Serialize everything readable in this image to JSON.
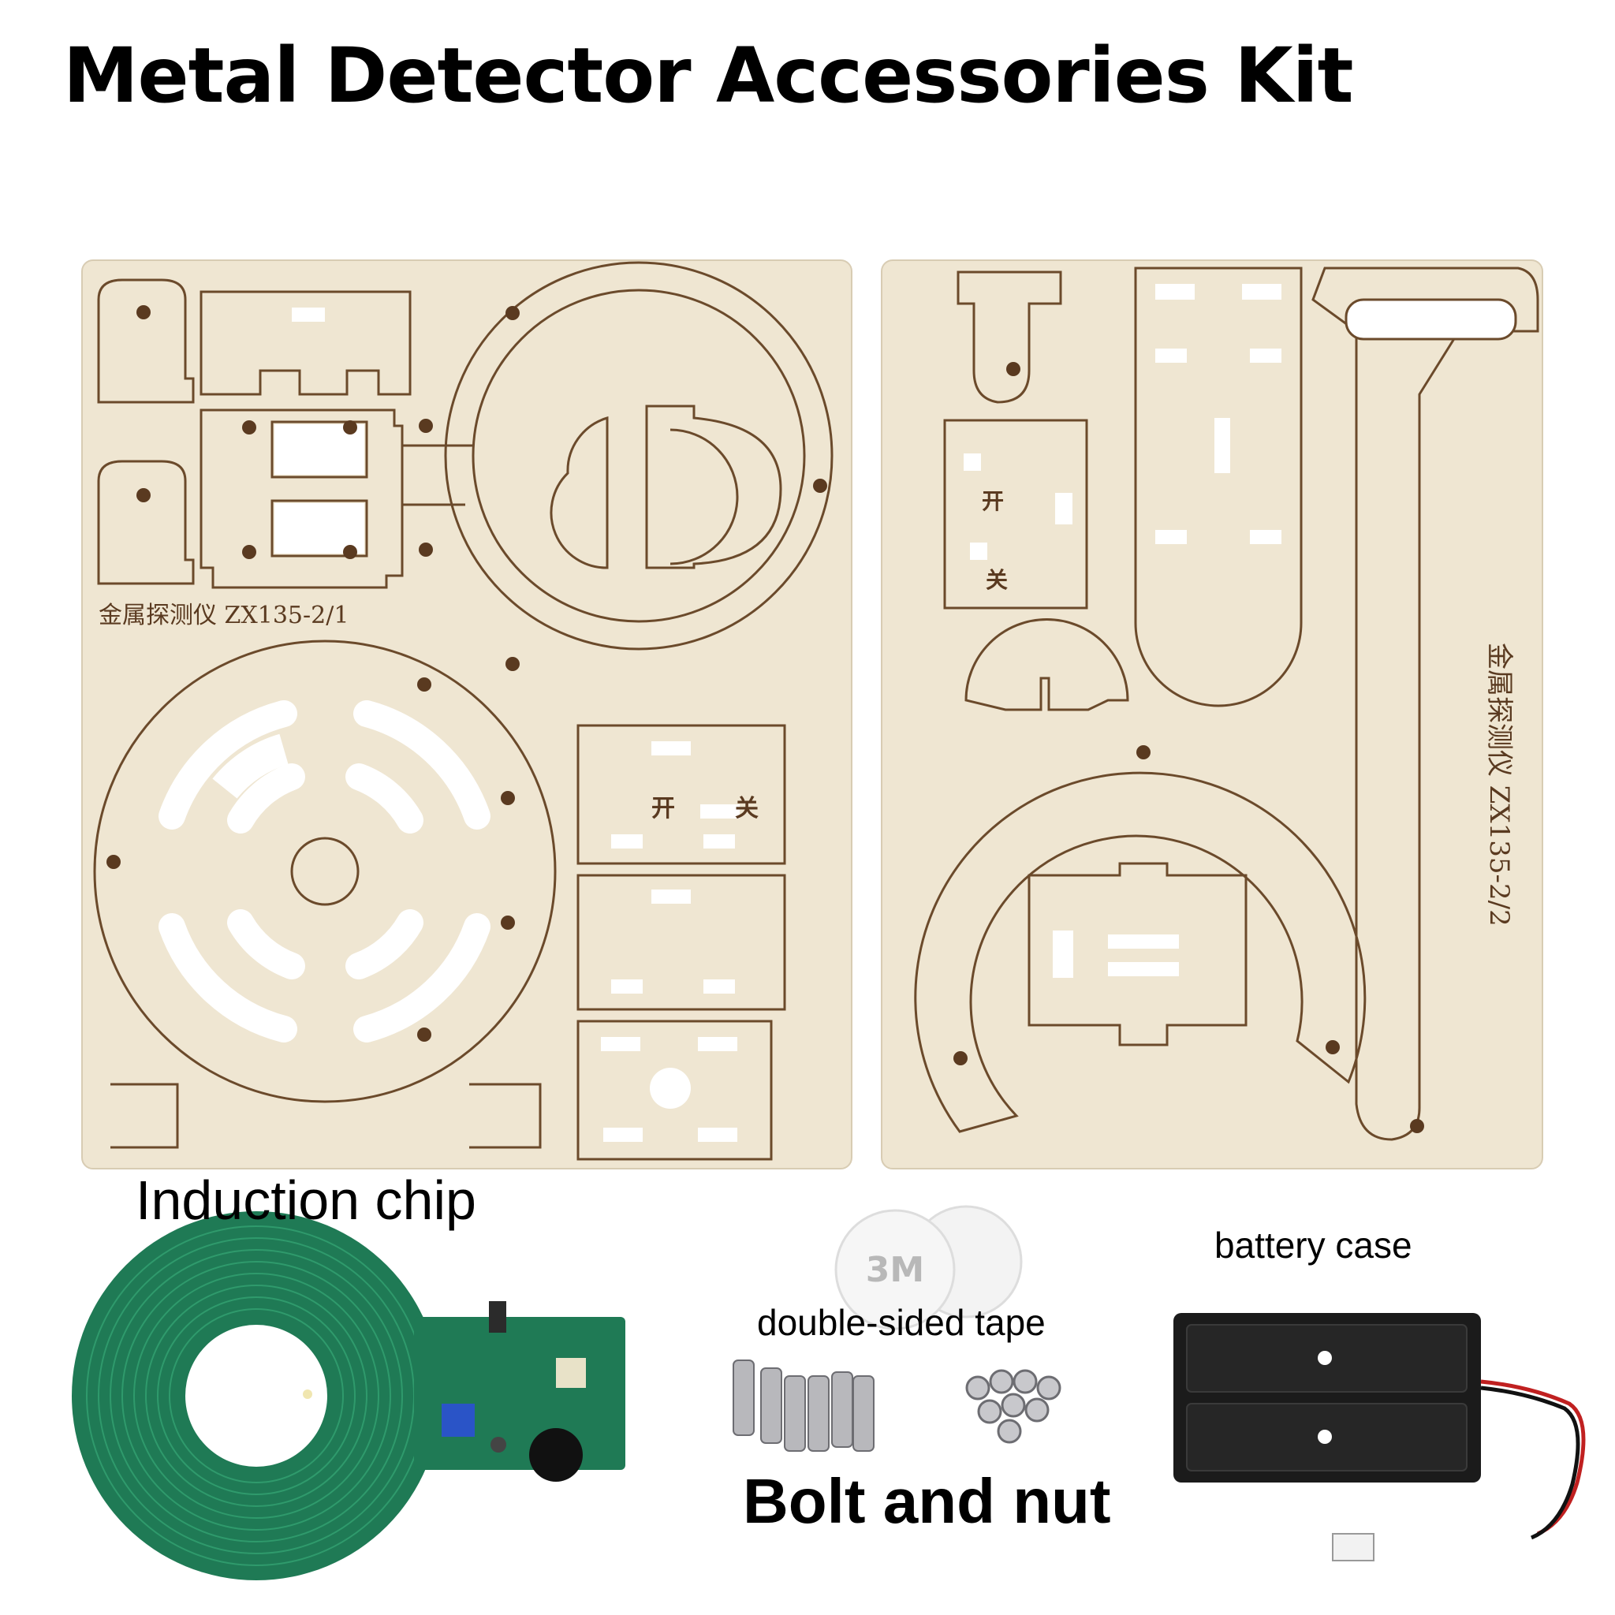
{
  "title": "Metal Detector Accessories Kit",
  "labels": {
    "induction_chip": "Induction chip",
    "double_sided_tape": "double-sided tape",
    "battery_case": "battery case",
    "bolt_and_nut": "Bolt and nut"
  },
  "boards": {
    "board1_engraving": "金属探测仪 ZX135-2/1",
    "board2_engraving": "金属探测仪 ZX135-2/2",
    "switch_open": "开",
    "switch_close": "关"
  },
  "tape": {
    "brand": "3M"
  },
  "colors": {
    "wood": "#efe6d2",
    "cut_line": "#6b4a2b",
    "pcb": "#1f7a55",
    "battery": "#1b1b1b"
  }
}
